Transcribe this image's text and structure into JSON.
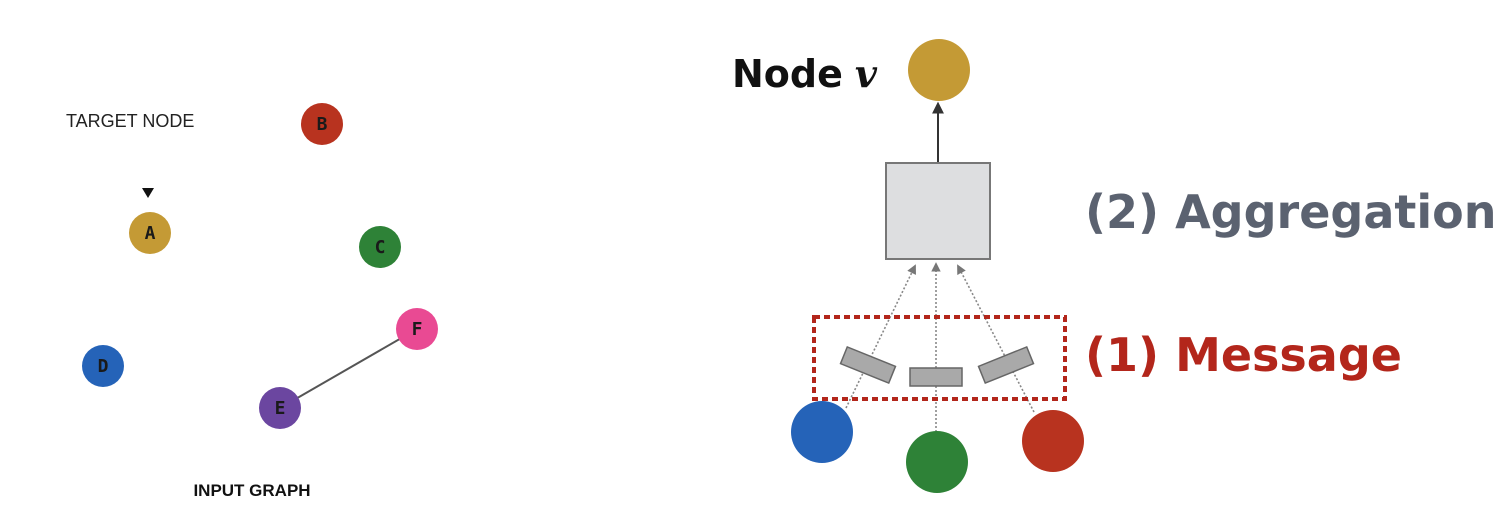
{
  "input_graph": {
    "target_label": "TARGET NODE",
    "caption": "INPUT GRAPH",
    "nodes": {
      "A": {
        "letter": "A",
        "color": "#c49a35"
      },
      "B": {
        "letter": "B",
        "color": "#b8331f"
      },
      "C": {
        "letter": "C",
        "color": "#2e8237"
      },
      "D": {
        "letter": "D",
        "color": "#2563b8"
      },
      "E": {
        "letter": "E",
        "color": "#6b46a0"
      },
      "F": {
        "letter": "F",
        "color": "#e94a93"
      }
    },
    "edges": [
      [
        "E",
        "F"
      ]
    ]
  },
  "computation": {
    "node_label": "Node",
    "node_var": "v",
    "aggregation_label": "(2) Aggregation",
    "message_label": "(1) Message",
    "target_color": "#c49a35",
    "neighbor_colors": [
      "#2563b8",
      "#2e8237",
      "#b8331f"
    ],
    "aggregation_box_color": "#dddee0",
    "message_box_color": "#a9a9a9",
    "highlight_color": "#b3261b",
    "aggregation_color": "#5b6270"
  }
}
